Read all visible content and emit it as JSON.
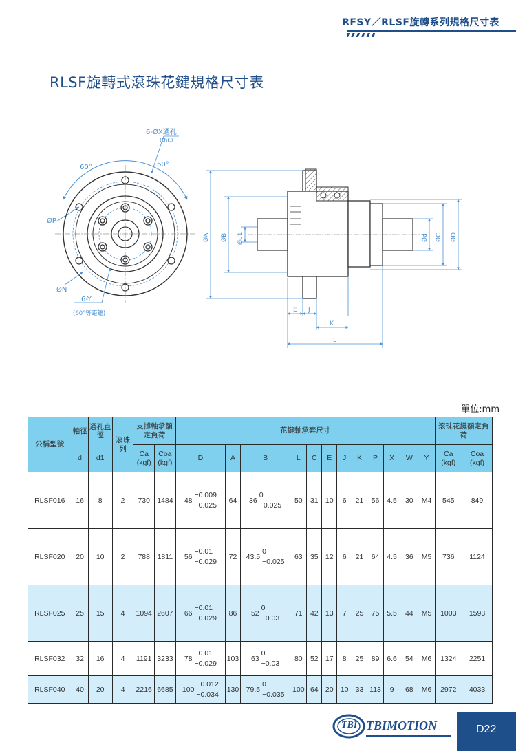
{
  "header": {
    "title": "RFSY／RLSF旋轉系列規格尺寸表"
  },
  "page_title": "RLSF旋轉式滾珠花鍵規格尺寸表",
  "drawing": {
    "hole_label": "6-ØX通孔",
    "hole_thr": "(thr.)",
    "angle_left": "60°",
    "angle_right": "60°",
    "p_label": "ØP",
    "n_label": "ØN",
    "y_label": "6-Y",
    "y_note": "(60°等距離)",
    "dim_A": "ØA",
    "dim_B": "ØB",
    "dim_d1": "Ød1",
    "dim_d": "Ød",
    "dim_C": "ØC",
    "dim_D": "ØD",
    "dim_E": "E",
    "dim_J": "J",
    "dim_K": "K",
    "dim_L": "L"
  },
  "unit": "單位:mm",
  "table": {
    "head": {
      "model": "公稱型號",
      "shaft": "軸徑",
      "shaft_d": "d",
      "hole": "通孔直徑",
      "hole_d1": "d1",
      "balls": "滾珠列",
      "support_load": "支撐軸承額定負荷",
      "ca": "Ca",
      "coa": "Coa",
      "kgf": "(kgf)",
      "spline_dims": "花鍵軸承套尺寸",
      "cols": [
        "D",
        "A",
        "B",
        "L",
        "C",
        "E",
        "J",
        "K",
        "P",
        "X",
        "W",
        "Y"
      ],
      "spline_load": "滾珠花鍵額定負荷"
    },
    "rows": [
      {
        "model": "RLSF016",
        "d": "16",
        "d1": "8",
        "balls": "2",
        "ca": "730",
        "coa": "1484",
        "D_nom": "48",
        "D_up": "−0.009",
        "D_lo": "−0.025",
        "A": "64",
        "B_nom": "36",
        "B_up": "0",
        "B_lo": "−0.025",
        "L": "50",
        "C": "31",
        "E": "10",
        "J": "6",
        "K": "21",
        "P": "56",
        "X": "4.5",
        "W": "30",
        "Y": "M4",
        "sca": "545",
        "scoa": "849",
        "shade": false
      },
      {
        "model": "RLSF020",
        "d": "20",
        "d1": "10",
        "balls": "2",
        "ca": "788",
        "coa": "1811",
        "D_nom": "56",
        "D_up": "−0.01",
        "D_lo": "−0.029",
        "A": "72",
        "B_nom": "43.5",
        "B_up": "0",
        "B_lo": "−0.025",
        "L": "63",
        "C": "35",
        "E": "12",
        "J": "6",
        "K": "21",
        "P": "64",
        "X": "4.5",
        "W": "36",
        "Y": "M5",
        "sca": "736",
        "scoa": "1124",
        "shade": false
      },
      {
        "model": "RLSF025",
        "d": "25",
        "d1": "15",
        "balls": "4",
        "ca": "1094",
        "coa": "2607",
        "D_nom": "66",
        "D_up": "−0.01",
        "D_lo": "−0.029",
        "A": "86",
        "B_nom": "52",
        "B_up": "0",
        "B_lo": "−0.03",
        "L": "71",
        "C": "42",
        "E": "13",
        "J": "7",
        "K": "25",
        "P": "75",
        "X": "5.5",
        "W": "44",
        "Y": "M5",
        "sca": "1003",
        "scoa": "1593",
        "shade": true
      },
      {
        "model": "RLSF032",
        "d": "32",
        "d1": "16",
        "balls": "4",
        "ca": "1191",
        "coa": "3233",
        "D_nom": "78",
        "D_up": "−0.01",
        "D_lo": "−0.029",
        "A": "103",
        "B_nom": "63",
        "B_up": "0",
        "B_lo": "−0.03",
        "L": "80",
        "C": "52",
        "E": "17",
        "J": "8",
        "K": "25",
        "P": "89",
        "X": "6.6",
        "W": "54",
        "Y": "M6",
        "sca": "1324",
        "scoa": "2251",
        "shade": false
      },
      {
        "model": "RLSF040",
        "d": "40",
        "d1": "20",
        "balls": "4",
        "ca": "2216",
        "coa": "6685",
        "D_nom": "100",
        "D_up": "−0.012",
        "D_lo": "−0.034",
        "A": "130",
        "B_nom": "79.5",
        "B_up": "0",
        "B_lo": "−0.035",
        "L": "100",
        "C": "64",
        "E": "20",
        "J": "10",
        "K": "33",
        "P": "113",
        "X": "9",
        "W": "68",
        "Y": "M6",
        "sca": "2972",
        "scoa": "4033",
        "shade": true
      }
    ]
  },
  "footer": {
    "logo_badge": "TBI",
    "logo_text": "TBIMOTION",
    "page": "D22"
  },
  "colors": {
    "brand_blue": "#1f4f8b",
    "header_cell": "#7fd0ee",
    "row_shade": "#d3eefa",
    "dim_line": "#4a8fd0"
  }
}
